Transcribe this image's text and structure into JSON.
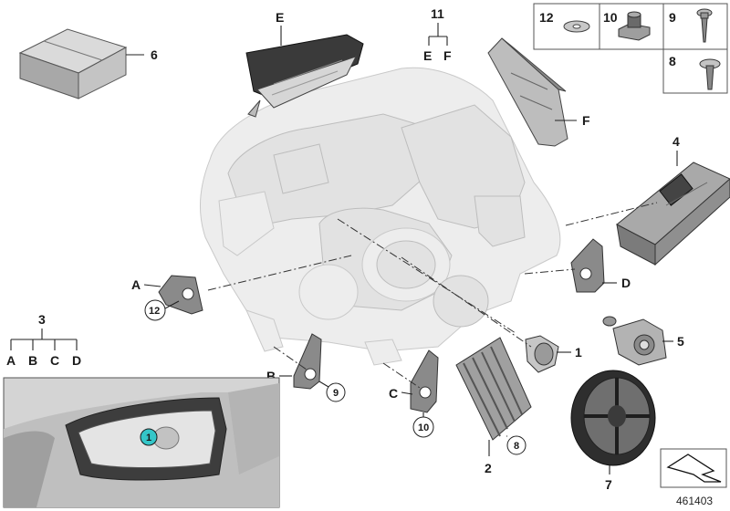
{
  "diagram_number": "461403",
  "callouts": {
    "c1": "1",
    "c2": "2",
    "c3": "3",
    "c4": "4",
    "c5": "5",
    "c6": "6",
    "c7": "7",
    "c8": "8",
    "c9": "9",
    "c10": "10",
    "c11": "11",
    "c12": "12",
    "cE": "E",
    "cF": "F",
    "cA": "A",
    "cB": "B",
    "cC": "C",
    "cD": "D"
  },
  "group3": [
    "A",
    "B",
    "C",
    "D"
  ],
  "group11": [
    "E",
    "F"
  ],
  "legend_box": {
    "items": [
      "12",
      "10",
      "9",
      "8"
    ]
  },
  "inset": {
    "marker": "1"
  },
  "colors": {
    "inset_marker": "#34c6c8",
    "line": "#222222",
    "ghost": "#e6e6e6"
  }
}
